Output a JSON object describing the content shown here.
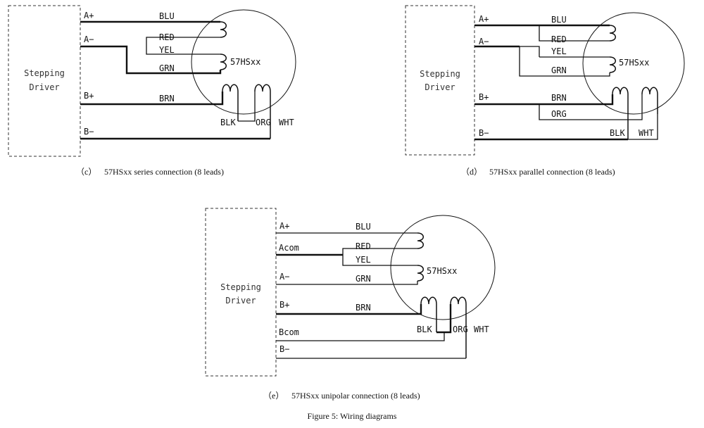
{
  "diagrams": {
    "c": {
      "caption_letter": "（c）",
      "caption_text": "57HSxx series connection (8 leads)",
      "driver_line1": "Stepping",
      "driver_line2": "Driver",
      "motor_label": "57HSxx",
      "terminals": [
        "A+",
        "A−",
        "B+",
        "B−"
      ],
      "wires": [
        "BLU",
        "RED",
        "YEL",
        "GRN",
        "BRN",
        "BLK",
        "ORG",
        "WHT"
      ]
    },
    "d": {
      "caption_letter": "（d）",
      "caption_text": "57HSxx parallel connection (8 leads)",
      "driver_line1": "Stepping",
      "driver_line2": "Driver",
      "motor_label": "57HSxx",
      "terminals": [
        "A+",
        "A−",
        "B+",
        "B−"
      ],
      "wires": [
        "BLU",
        "RED",
        "YEL",
        "GRN",
        "BRN",
        "ORG",
        "BLK",
        "WHT"
      ]
    },
    "e": {
      "caption_letter": "（e）",
      "caption_text": "57HSxx unipolar connection (8 leads)",
      "driver_line1": "Stepping",
      "driver_line2": "Driver",
      "motor_label": "57HSxx",
      "terminals": [
        "A+",
        "Acom",
        "A−",
        "B+",
        "Bcom",
        "B−"
      ],
      "wires": [
        "BLU",
        "RED",
        "YEL",
        "GRN",
        "BRN",
        "BLK",
        "ORG",
        "WHT"
      ]
    }
  },
  "figure_caption": "Figure 5: Wiring diagrams"
}
